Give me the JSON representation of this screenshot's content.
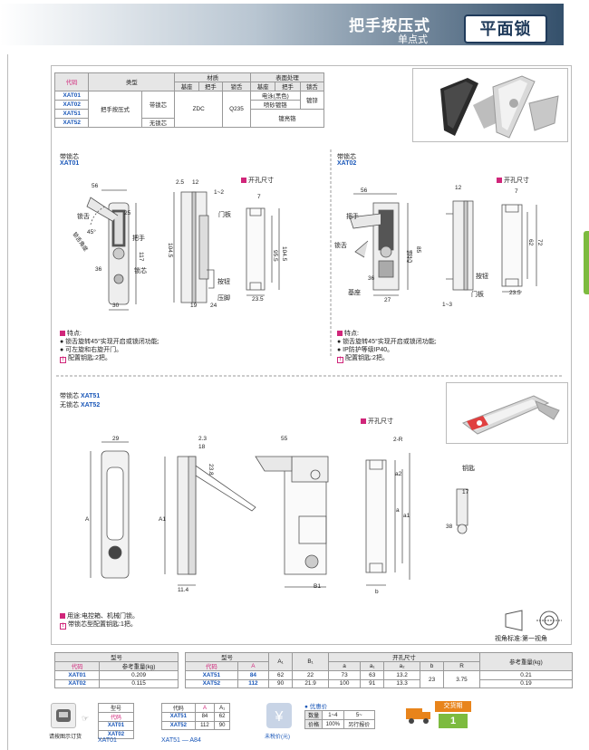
{
  "header": {
    "title": "把手按压式",
    "subtitle": "单点式",
    "category": "平面锁"
  },
  "spec_table": {
    "headers": [
      "代码",
      "类型",
      "材质",
      "表面处理"
    ],
    "sub_headers": [
      "基座",
      "把手",
      "锁舌",
      "基座",
      "把手",
      "锁舌"
    ],
    "rows": [
      {
        "code": "XAT01"
      },
      {
        "code": "XAT02"
      },
      {
        "code": "XAT51"
      },
      {
        "code": "XAT52"
      }
    ],
    "type_main": "把手按压式",
    "type_with_core": "带锁芯",
    "type_without_core": "无锁芯",
    "material_base_handle": "ZDC",
    "material_tongue": "Q235",
    "finish_black": "电泳(黑色)",
    "finish_sand": "喷砂镀铬",
    "finish_chrome": "镀亮铬",
    "finish_zinc": "镀锌"
  },
  "sec1": {
    "heading1": "带锁芯",
    "code1": "XAT01",
    "heading2": "带锁芯",
    "code2": "XAT02",
    "cutout": "开孔尺寸",
    "labels_a": [
      "锁舌",
      "把手",
      "锁芯",
      "门板",
      "按钮",
      "压脚",
      "锁舌角度"
    ],
    "labels_b": [
      "把手",
      "锁芯",
      "锁舌",
      "基座",
      "按钮",
      "门板"
    ],
    "dims_a": [
      "56",
      "25",
      "117",
      "36",
      "30",
      "2.5",
      "12",
      "1~2",
      "104.5",
      "19",
      "24",
      "7",
      "95.5",
      "104.5",
      "23.5",
      "45°"
    ],
    "dims_b": [
      "56",
      "85",
      "36",
      "27",
      "12",
      "1~3",
      "7",
      "62",
      "72",
      "23.5"
    ],
    "feature_title": "特点:",
    "features_a": [
      "● 锁舌旋转45°实现开启或锁闭功能;",
      "● 可左旋和右旋开门。"
    ],
    "features_b": [
      "● 锁舌旋转45°实现开启或锁闭功能;",
      "● IP防护等级IP40。"
    ],
    "key_note": "配置钥匙:2把。"
  },
  "sec2": {
    "heading1": "带锁芯",
    "code1": "XAT51",
    "heading2": "无锁芯",
    "code2": "XAT52",
    "cutout": "开孔尺寸",
    "key_label": "钥匙",
    "dims": [
      "29",
      "A",
      "2.3",
      "18",
      "23.8",
      "A1",
      "11.4",
      "55",
      "B1",
      "2-R",
      "a",
      "a1",
      "a2",
      "b",
      "17",
      "38"
    ],
    "use_title": "用途:",
    "use_text": "电控箱、机械门锁。",
    "key_note": "带锁芯型配置钥匙:1把。",
    "projection": "视角标准:第一视角"
  },
  "weight_table": {
    "header_model": "型号",
    "header_code": "代码",
    "header_weight": "参考重量(kg)",
    "rows": [
      {
        "code": "XAT01",
        "weight": "0.209"
      },
      {
        "code": "XAT02",
        "weight": "0.115"
      }
    ]
  },
  "dim_table": {
    "header_model": "型号",
    "header_code": "代码",
    "header_a": "A",
    "header_A1": "A₁",
    "header_B1": "B₁",
    "header_cutout": "开孔尺寸",
    "cut_cols": [
      "a",
      "a₁",
      "a₂",
      "b",
      "R"
    ],
    "header_weight": "参考重量(kg)",
    "rows": [
      {
        "code": "XAT51",
        "A": "84",
        "A1": "62",
        "B1": "22",
        "a": "73",
        "a1": "63",
        "a2": "13.2",
        "weight": "0.21"
      },
      {
        "code": "XAT52",
        "A": "112",
        "A1": "90",
        "B1": "21.9",
        "a": "100",
        "a1": "91",
        "a2": "13.3",
        "weight": "0.19"
      }
    ],
    "b_shared": "23",
    "R_shared": "3.75"
  },
  "footer": {
    "order_icon_label": "请按图示订货",
    "order_h1": "型号",
    "order_h2": "代码",
    "order_codes": [
      "XAT01",
      "XAT02"
    ],
    "order_example": "XAT01",
    "order2_h1": "代码",
    "order2_h2": "A",
    "order2_h3": "A₁",
    "order2_rows": [
      [
        "XAT51",
        "84",
        "62"
      ],
      [
        "XAT52",
        "112",
        "90"
      ]
    ],
    "order2_example": "XAT51 — A84",
    "price_icon_label": "未税价(元)",
    "discount_title": "优惠价",
    "qty_label": "数量",
    "qty_1": "1~4",
    "qty_2": "5~",
    "price_label": "价格",
    "price_1": "100%",
    "price_2": "另行报价",
    "delivery_title": "交货期",
    "delivery_days": "1",
    "colors": {
      "accent": "#1f3a5a",
      "pink": "#d0267a",
      "blue": "#1a57b8",
      "orange": "#e8841b",
      "green": "#7dbb3f"
    }
  }
}
